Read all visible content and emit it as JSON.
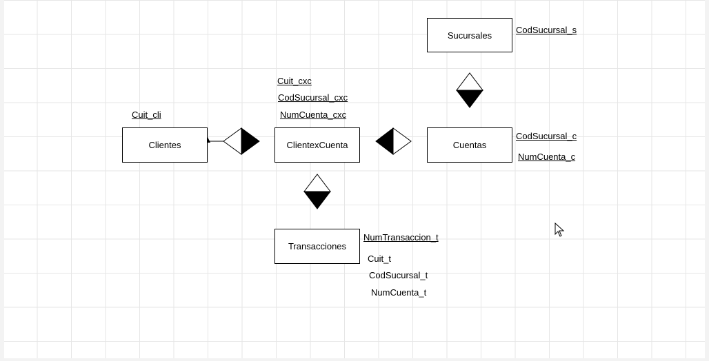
{
  "diagram": {
    "entities": {
      "sucursales": "Sucursales",
      "clientes": "Clientes",
      "clientexcuenta": "ClientexCuenta",
      "cuentas": "Cuentas",
      "transacciones": "Transacciones"
    },
    "attributes": {
      "cod_sucursal_s": "CodSucursal_s",
      "cuit_cli": "Cuit_cli",
      "cuit_cxc": "Cuit_cxc",
      "cod_sucursal_cxc": "CodSucursal_cxc",
      "num_cuenta_cxc": "NumCuenta_cxc",
      "cod_sucursal_c": "CodSucursal_c",
      "num_cuenta_c": "NumCuenta_c",
      "num_transaccion_t": "NumTransaccion_t",
      "cuit_t": "Cuit_t",
      "cod_sucursal_t": "CodSucursal_t",
      "num_cuenta_t": "NumCuenta_t"
    }
  },
  "colors": {
    "grid": "#e6e6e6",
    "stroke": "#000000",
    "background": "#ffffff"
  }
}
